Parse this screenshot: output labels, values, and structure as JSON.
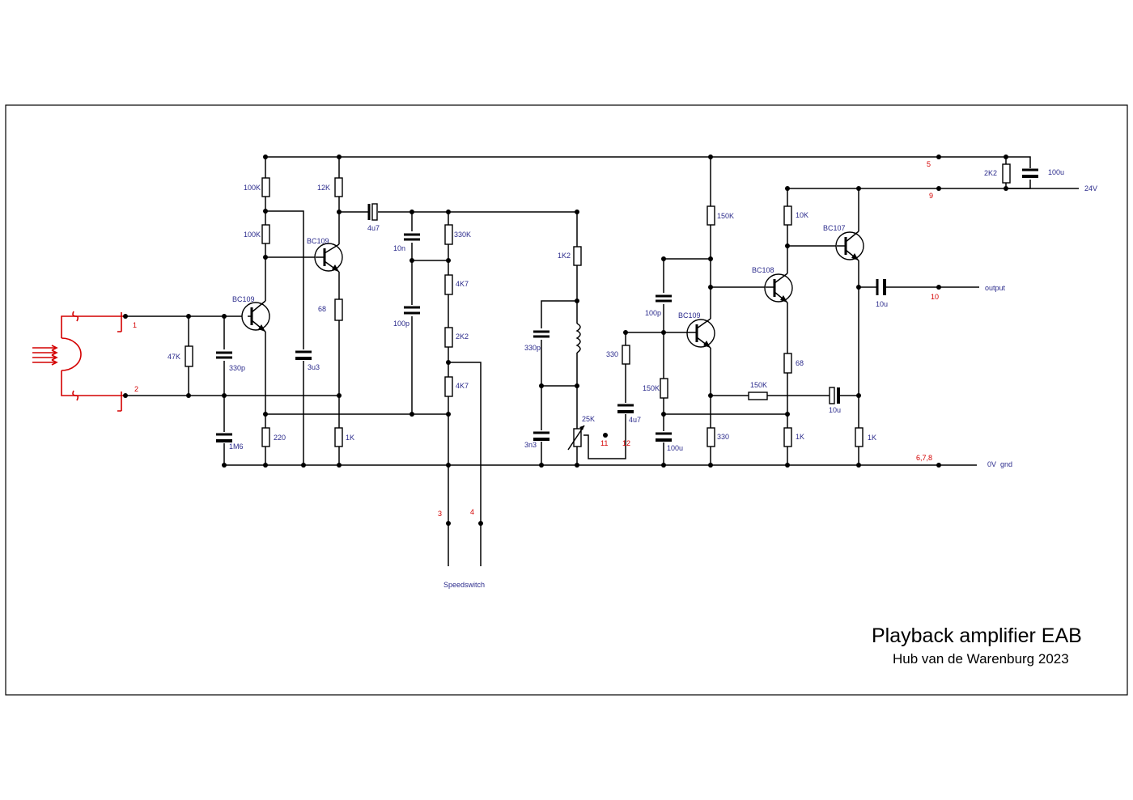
{
  "title": "Playback amplifier EAB",
  "subtitle": "Hub van de Warenburg 2023",
  "colors": {
    "wire": "#000000",
    "labels": "#2b2b8c",
    "connector_numbers": "#d40000",
    "head": "#d40000"
  },
  "components": {
    "r_100k_a": "100K",
    "r_100k_b": "100K",
    "r_12k": "12K",
    "r_68_a": "68",
    "r_220": "220",
    "r_1k_a": "1K",
    "r_47k": "47K",
    "c_330p_a": "330p",
    "c_1m6": "1M6",
    "c_3u3": "3u3",
    "c_4u7_a": "4u7",
    "c_10n": "10n",
    "c_100p_a": "100p",
    "r_330k": "330K",
    "r_4k7_a": "4K7",
    "r_2k2_a": "2K2",
    "r_4k7_b": "4K7",
    "r_1k2": "1K2",
    "c_330p_b": "330p",
    "c_3n3": "3n3",
    "pot_25k": "25K",
    "r_330_a": "330",
    "c_4u7_b": "4u7",
    "c_100p_b": "100p",
    "r_150k_a": "150K",
    "c_100u_a": "100u",
    "r_150k_b": "150K",
    "r_330_b": "330",
    "r_10k": "10K",
    "r_68_b": "68",
    "r_150k_c": "150K",
    "c_10u_a": "10u",
    "r_1k_b": "1K",
    "r_1k_c": "1K",
    "c_10u_b": "10u",
    "r_2k2_b": "2K2",
    "c_100u_b": "100u",
    "q1": "BC109",
    "q2": "BC109",
    "q3": "BC109",
    "q4": "BC108",
    "q5": "BC107"
  },
  "nets": {
    "supply": "24V",
    "output": "output",
    "ground": "0V  gnd",
    "speedswitch": "Speedswitch"
  },
  "connectors": {
    "c1": "1",
    "c2": "2",
    "c3": "3",
    "c4": "4",
    "c5": "5",
    "c9": "9",
    "c10": "10",
    "c11": "11",
    "c12": "12",
    "c678": "6,7,8"
  }
}
